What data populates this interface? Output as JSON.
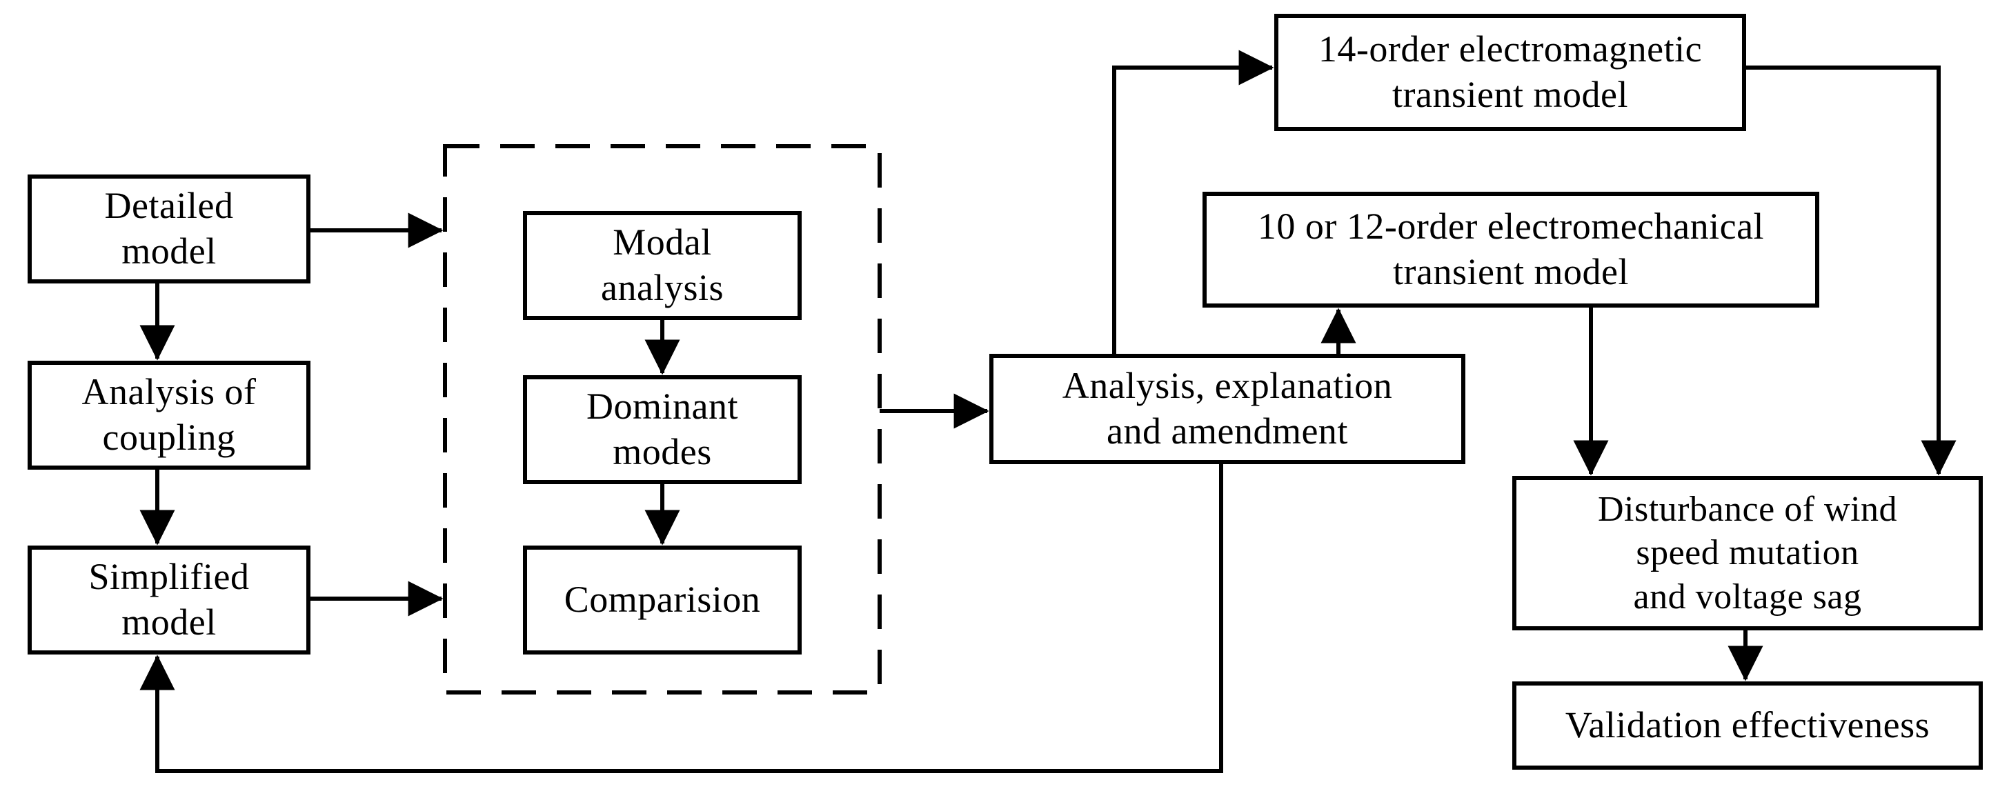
{
  "figure": {
    "type": "flowchart",
    "background_color": "#ffffff",
    "line_color": "#000000"
  },
  "boxes": {
    "detailed_model": "Detailed\nmodel",
    "analysis_of_coupling": "Analysis of\ncoupling",
    "simplified_model": "Simplified\nmodel",
    "modal_analysis": "Modal\nanalysis",
    "dominant_modes": "Dominant\nmodes",
    "comparision": "Comparision",
    "analysis_explanation_amendment": "Analysis, explanation\nand amendment",
    "electromagnetic_model": "14-order electromagnetic\ntransient model",
    "electromechanical_model": "10 or 12-order electromechanical\ntransient model",
    "disturbance": "Disturbance of wind\nspeed mutation\nand voltage sag",
    "validation": "Validation effectiveness"
  },
  "edges": [
    {
      "from": "detailed_model",
      "to": "modal_analysis_group"
    },
    {
      "from": "detailed_model",
      "to": "analysis_of_coupling"
    },
    {
      "from": "analysis_of_coupling",
      "to": "simplified_model"
    },
    {
      "from": "simplified_model",
      "to": "modal_analysis_group"
    },
    {
      "from": "modal_analysis",
      "to": "dominant_modes"
    },
    {
      "from": "dominant_modes",
      "to": "comparision"
    },
    {
      "from": "modal_analysis_group",
      "to": "analysis_explanation_amendment"
    },
    {
      "from": "analysis_explanation_amendment",
      "to": "electromagnetic_model"
    },
    {
      "from": "analysis_explanation_amendment",
      "to": "electromechanical_model"
    },
    {
      "from": "electromagnetic_model",
      "to": "disturbance"
    },
    {
      "from": "electromechanical_model",
      "to": "disturbance"
    },
    {
      "from": "disturbance",
      "to": "validation"
    },
    {
      "from": "analysis_explanation_amendment",
      "to": "simplified_model"
    }
  ]
}
